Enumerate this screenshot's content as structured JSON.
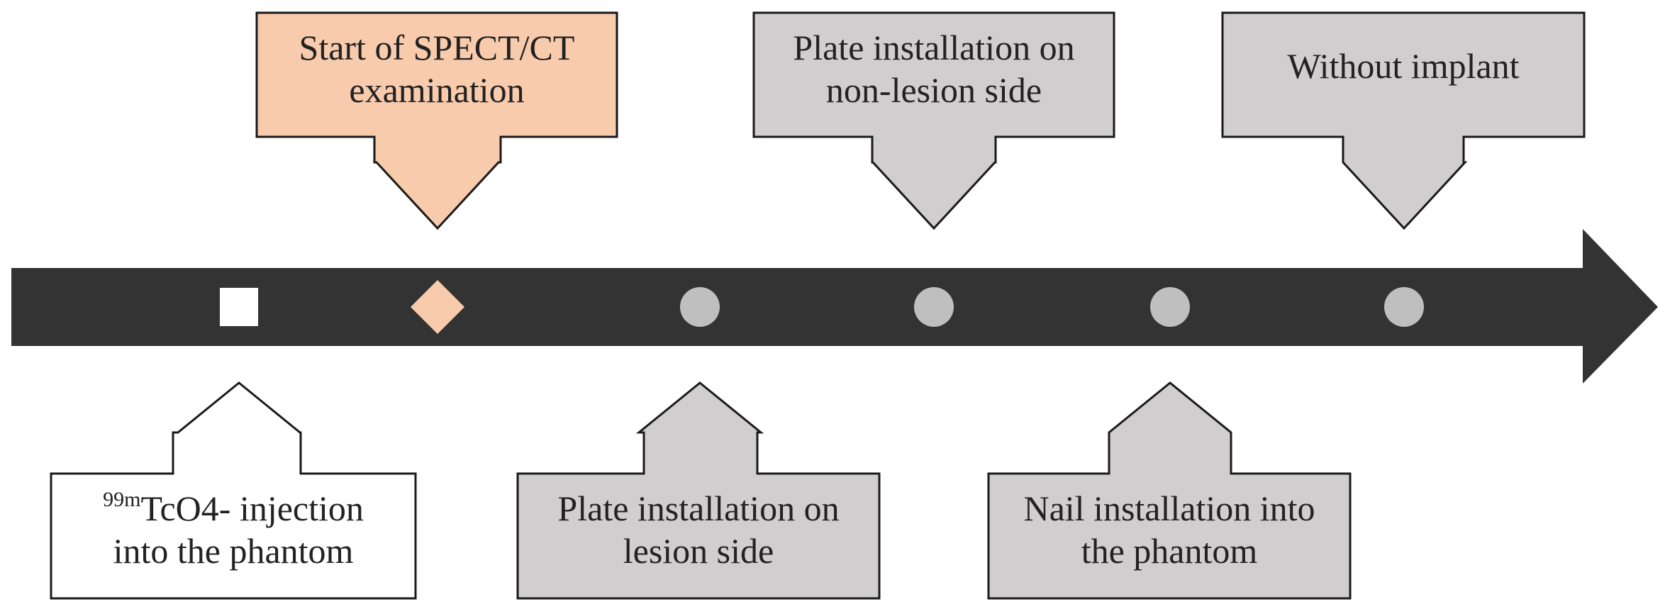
{
  "colors": {
    "timeline": "#333333",
    "highlight": "#f8cbad",
    "gray": "#d0cece",
    "white": "#ffffff",
    "marker_gray": "#bfbfbf",
    "stroke": "#1a1a1a"
  },
  "events": [
    {
      "id": "injection",
      "position": "below",
      "style": "white",
      "marker": "square",
      "lines": [
        {
          "sup": "99m",
          "text": "TcO4- injection"
        },
        {
          "sup": "",
          "text": "into the phantom"
        }
      ]
    },
    {
      "id": "start-spect",
      "position": "above",
      "style": "highlight",
      "marker": "diamond",
      "lines": [
        {
          "sup": "",
          "text": "Start of SPECT/CT"
        },
        {
          "sup": "",
          "text": "examination"
        }
      ]
    },
    {
      "id": "plate-lesion",
      "position": "below",
      "style": "gray",
      "marker": "circle",
      "lines": [
        {
          "sup": "",
          "text": "Plate installation on"
        },
        {
          "sup": "",
          "text": "lesion side"
        }
      ]
    },
    {
      "id": "plate-non-lesion",
      "position": "above",
      "style": "gray",
      "marker": "circle",
      "lines": [
        {
          "sup": "",
          "text": "Plate installation on"
        },
        {
          "sup": "",
          "text": "non-lesion side"
        }
      ]
    },
    {
      "id": "nail",
      "position": "below",
      "style": "gray",
      "marker": "circle",
      "lines": [
        {
          "sup": "",
          "text": "Nail installation into"
        },
        {
          "sup": "",
          "text": "the phantom"
        }
      ]
    },
    {
      "id": "without-implant",
      "position": "above",
      "style": "gray",
      "marker": "circle",
      "lines": [
        {
          "sup": "",
          "text": "Without implant"
        }
      ]
    }
  ]
}
